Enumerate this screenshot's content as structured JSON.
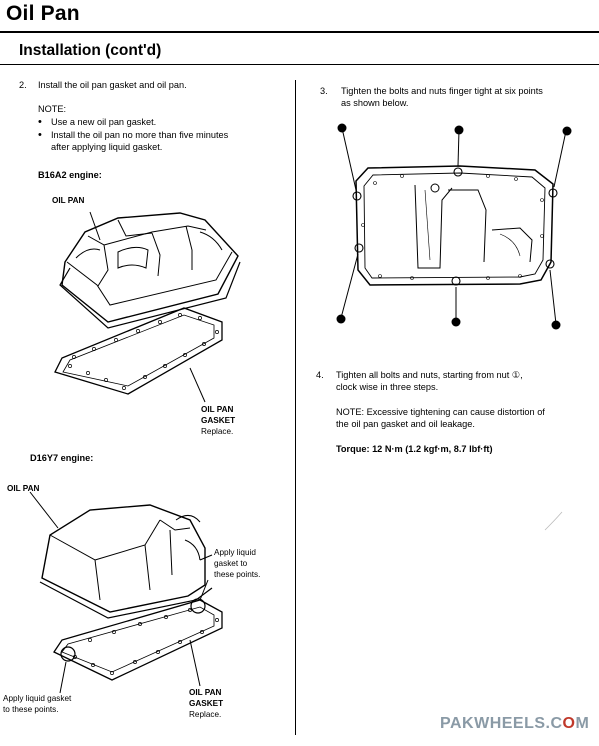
{
  "header": {
    "title": "Oil Pan",
    "subtitle": "Installation (cont'd)"
  },
  "step2": {
    "number": "2.",
    "text": "Install the oil pan gasket and oil pan.",
    "note_label": "NOTE:",
    "notes": [
      "Use a new oil pan gasket.",
      "Install the oil pan no more than five minutes",
      "after applying liquid gasket."
    ]
  },
  "b16a2": {
    "heading": "B16A2 engine:",
    "oil_pan_label": "OIL PAN",
    "gasket_label": "OIL PAN",
    "gasket_label2": "GASKET",
    "replace": "Replace."
  },
  "d16y7": {
    "heading": "D16Y7 engine:",
    "oil_pan_label": "OIL PAN",
    "apply_right_1": "Apply liquid",
    "apply_right_2": "gasket to",
    "apply_right_3": "these points.",
    "apply_left_1": "Apply liquid gasket",
    "apply_left_2": "to these points.",
    "gasket_label": "OIL PAN",
    "gasket_label2": "GASKET",
    "replace": "Replace."
  },
  "step3": {
    "number": "3.",
    "line1": "Tighten the bolts and nuts finger tight at six points",
    "line2": "as shown below."
  },
  "step4": {
    "number": "4.",
    "line1": "Tighten all bolts and nuts, starting from nut ①,",
    "line2": "clock wise in three steps.",
    "note1": "NOTE:  Excessive tightening can cause distortion of",
    "note2": "the oil pan gasket and oil leakage.",
    "torque": "Torque: 12 N·m (1.2 kgf·m, 8.7 lbf·ft)"
  },
  "watermark": {
    "part1": "PAKWHEELS.C",
    "part2": "O",
    "part3": "M"
  }
}
